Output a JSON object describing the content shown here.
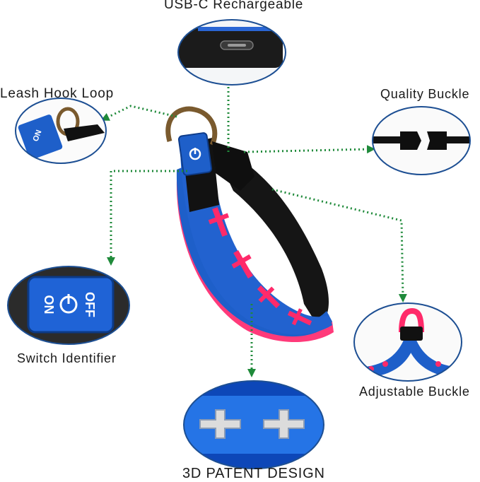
{
  "features": {
    "usb": "USB-C Rechargeable",
    "leash": "Leash Hook Loop",
    "quality": "Quality Buckle",
    "switch": "Switch Identifier",
    "adjustable": "Adjustable Buckle",
    "patent": "3D PATENT DESIGN"
  },
  "switch_tag": {
    "on": "ON",
    "off": "OFF"
  },
  "colors": {
    "collar_blue": "#1e5fc9",
    "cross_pink": "#ff2a6a",
    "callout_border": "#1d4f93",
    "pointer_green": "#1f8a3a",
    "strap_black": "#141414",
    "ring_bronze": "#7a5a2e"
  },
  "icons": [
    "power-icon",
    "paw-icon",
    "usb-c-port-icon",
    "cross-icon"
  ]
}
